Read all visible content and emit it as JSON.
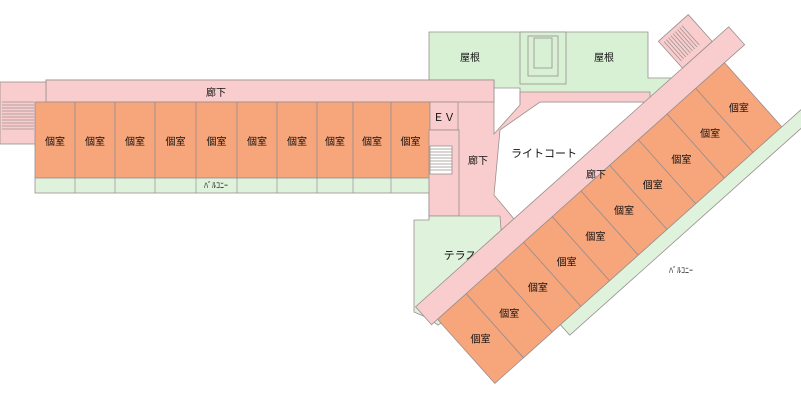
{
  "labels": {
    "room": "個室",
    "corridor": "廊下",
    "balcony": "ﾊﾞﾙｺﾆｰ",
    "roof": "屋根",
    "elevator": "ＥＶ",
    "light_court": "ライトコート",
    "terrace": "テラス"
  },
  "colors": {
    "room": "#f7a57a",
    "corridor": "#f9cdcd",
    "balcony": "#dff3dc",
    "roof": "#d8f0d4",
    "stair": "#ffffff",
    "outline": "#9a8f8f"
  },
  "west_wing_room_count": 10,
  "diagonal_wing_room_count": 10
}
